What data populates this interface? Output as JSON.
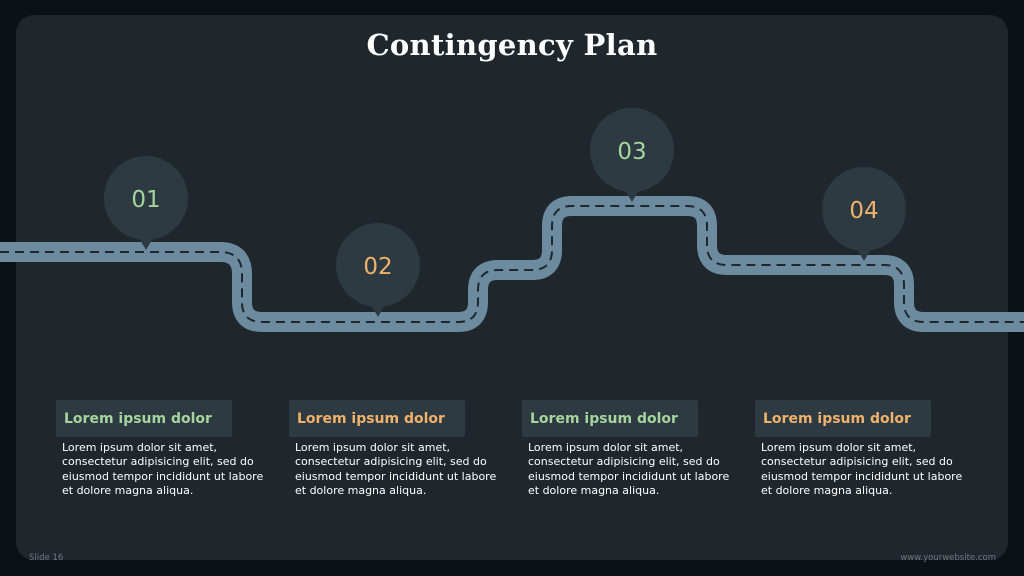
{
  "slide": {
    "title": "Contingency Plan",
    "footer_left": "Slide 16",
    "footer_right": "www.yourwebsite.com"
  },
  "colors": {
    "background": "#0c1115",
    "panel": "#1f272d",
    "road": "#6c8b9f",
    "road_dash": "#1f272d",
    "pin": "#2d3a42",
    "green": "#a6d49e",
    "orange": "#f0b26b",
    "card_header": "#2d3a42"
  },
  "steps": [
    {
      "number": "01",
      "heading": "Lorem ipsum dolor",
      "body": "Lorem ipsum dolor sit amet, consectetur adipisicing elit, sed do eiusmod tempor incididunt ut labore et dolore magna aliqua.",
      "accent": "green"
    },
    {
      "number": "02",
      "heading": "Lorem ipsum dolor",
      "body": "Lorem ipsum dolor sit amet, consectetur adipisicing elit, sed do eiusmod tempor incididunt ut labore et dolore magna aliqua.",
      "accent": "orange"
    },
    {
      "number": "03",
      "heading": "Lorem ipsum dolor",
      "body": "Lorem ipsum dolor sit amet, consectetur adipisicing elit, sed do eiusmod tempor incididunt ut labore et dolore magna aliqua.",
      "accent": "green"
    },
    {
      "number": "04",
      "heading": "Lorem ipsum dolor",
      "body": "Lorem ipsum dolor sit amet, consectetur adipisicing elit, sed do eiusmod tempor incididunt ut labore et dolore magna aliqua.",
      "accent": "orange"
    }
  ]
}
